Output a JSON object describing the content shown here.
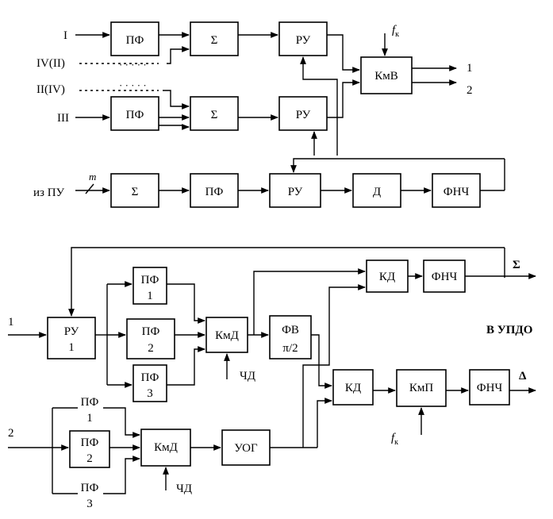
{
  "inputs_top": {
    "in_1": "I",
    "in_4_2": "IV(II)",
    "in_2_4": "II(IV)",
    "in_3": "III",
    "from_pu": "из ПУ",
    "m": "m"
  },
  "blocks": {
    "pf": "ПФ",
    "sum": "Σ",
    "ru": "РУ",
    "kmv": "КмВ",
    "det": "Д",
    "fnch": "ФНЧ",
    "kd": "КД",
    "kmd": "КмД",
    "fv": "ФВ",
    "pi2": "π/2",
    "uog": "УОГ",
    "kmp": "КмП",
    "chd": "ЧД",
    "idx1": "1",
    "idx2": "2",
    "idx3": "3"
  },
  "labels": {
    "fk": "f",
    "fk_sub": "к",
    "out_1": "1",
    "out_2": "2",
    "in_b1": "1",
    "in_b2": "2",
    "sigma_out": "Σ",
    "delta_out": "Δ",
    "to_updo": "В УПДО",
    "dots": "· · · · ·"
  }
}
